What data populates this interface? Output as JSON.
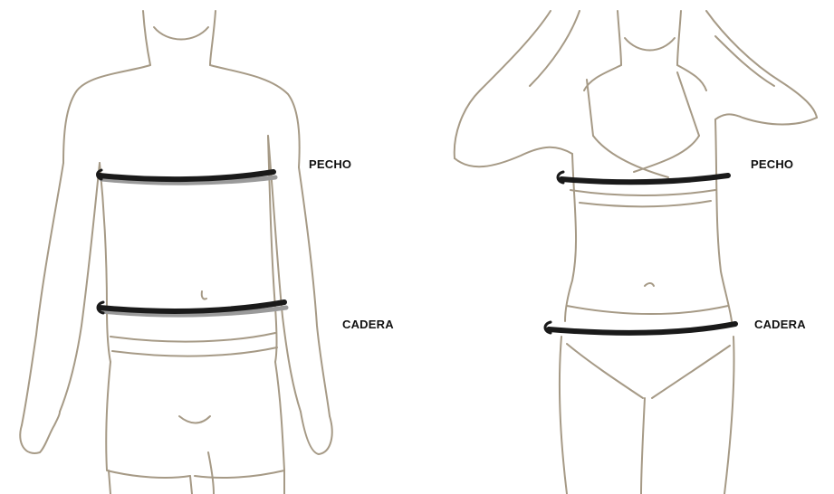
{
  "figures": [
    {
      "name": "male-figure",
      "measurements": [
        {
          "key": "chest",
          "label": "PECHO"
        },
        {
          "key": "hip",
          "label": "CADERA"
        }
      ]
    },
    {
      "name": "female-figure",
      "measurements": [
        {
          "key": "chest",
          "label": "PECHO"
        },
        {
          "key": "hip",
          "label": "CADERA"
        }
      ]
    }
  ],
  "colors": {
    "outline": "#a69a86",
    "band": "#1a1a1a",
    "band_shadow": "#9a9a9a",
    "label": "#111111",
    "background": "#ffffff"
  }
}
